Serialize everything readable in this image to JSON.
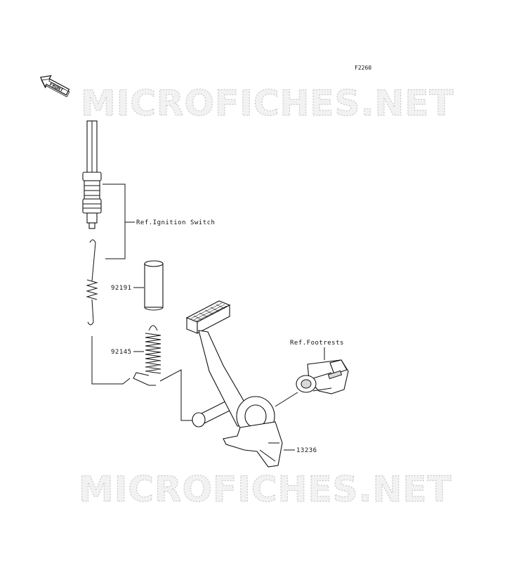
{
  "figure_code": "F2260",
  "front_badge": "FRONT",
  "watermark": "MICROFICHES.NET",
  "labels": {
    "ignition": "Ref.Ignition Switch",
    "footrests": "Ref.Footrests",
    "p92191": "92191",
    "p92145": "92145",
    "p13236": "13236"
  }
}
